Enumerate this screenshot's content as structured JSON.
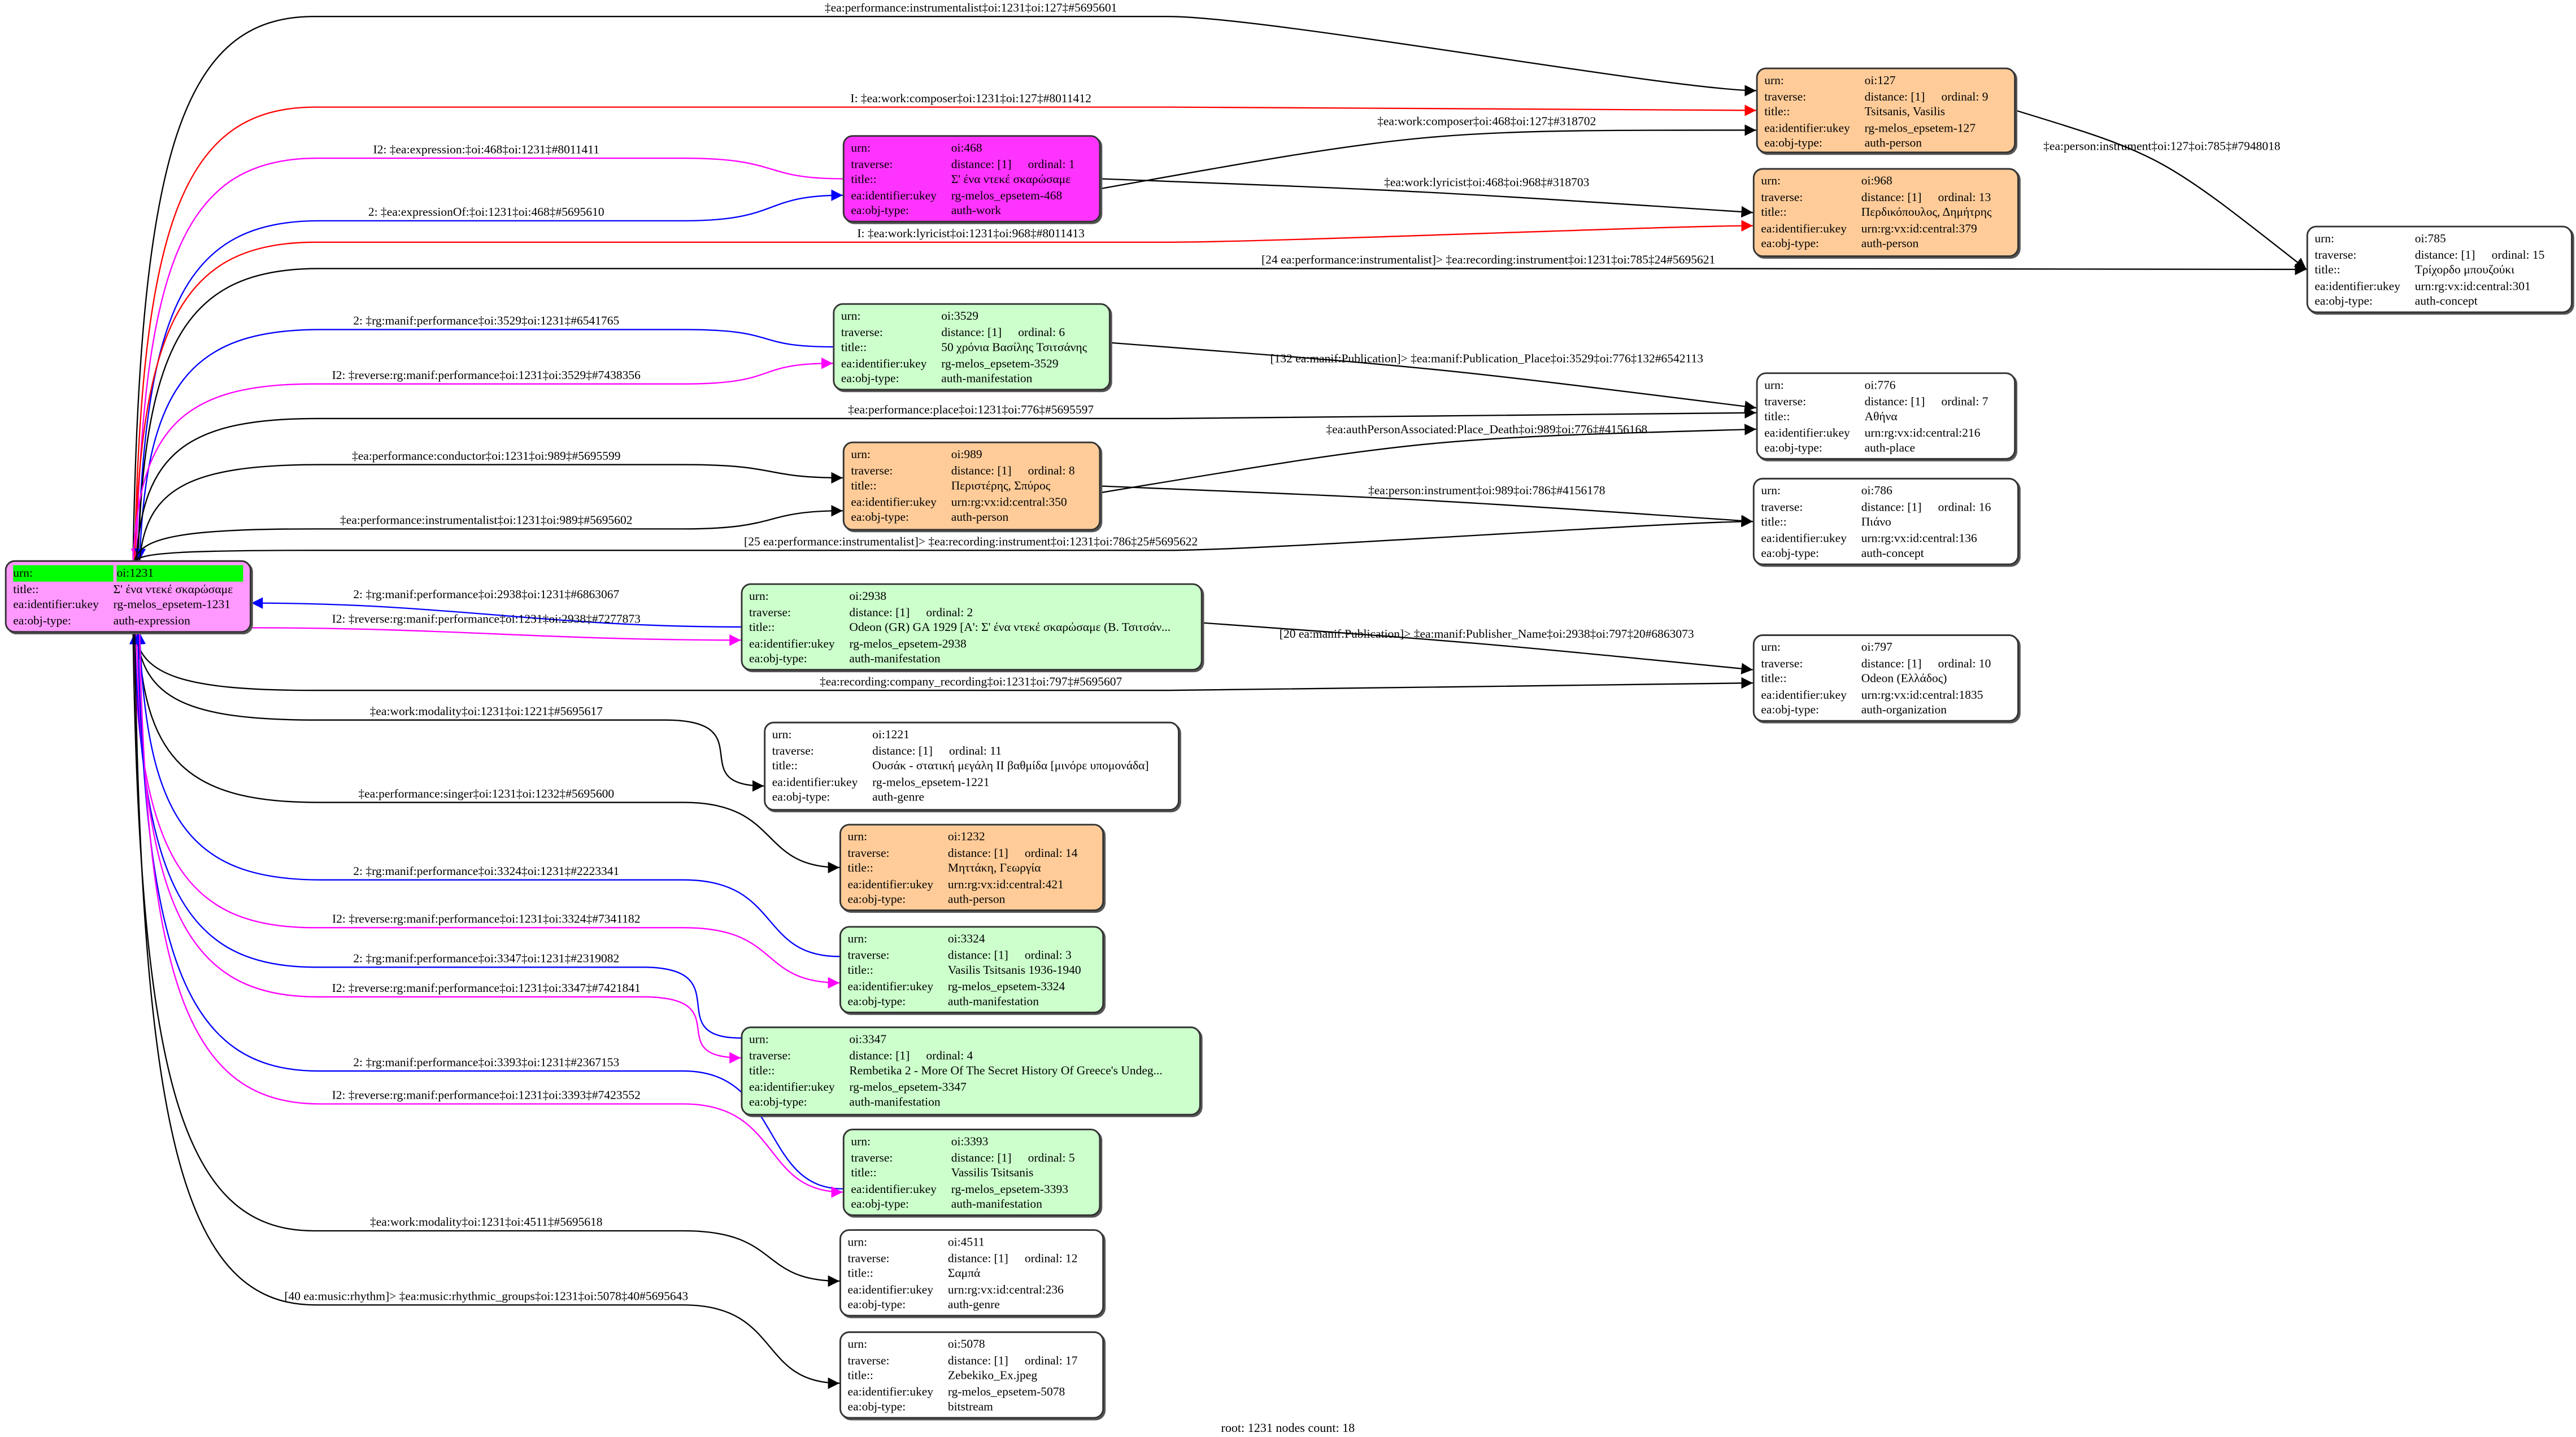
{
  "colors": {
    "person": "#ffcc99",
    "work": "#ff33ff",
    "manifestation": "#ccffcc",
    "default": "#ffffff",
    "root": "#ff99ff",
    "root_highlight": "#00ff00",
    "edge_black": "#000000",
    "edge_red": "#ff0000",
    "edge_blue": "#0000ff",
    "edge_magenta": "#ff00ff"
  },
  "row_labels": {
    "urn": "urn:",
    "traverse": "traverse:",
    "title": "title::",
    "ukey": "ea:identifier:ukey",
    "obj_type": "ea:obj-type:"
  },
  "root": {
    "id": "1231",
    "urn": "oi:1231",
    "title": "Σ' ένα ντεκέ σκαρώσαμε",
    "ukey": "rg-melos_epsetem-1231",
    "obj_type": "auth-expression"
  },
  "nodes": [
    {
      "id": "127",
      "urn": "oi:127",
      "distance": "distance: [1]",
      "ordinal": "ordinal: 9",
      "title": "Tsitsanis, Vasilis",
      "ukey": "rg-melos_epsetem-127",
      "obj_type": "auth-person",
      "fill": "person"
    },
    {
      "id": "468",
      "urn": "oi:468",
      "distance": "distance: [1]",
      "ordinal": "ordinal: 1",
      "title": "Σ' ένα ντεκέ σκαρώσαμε",
      "ukey": "rg-melos_epsetem-468",
      "obj_type": "auth-work",
      "fill": "work"
    },
    {
      "id": "968",
      "urn": "oi:968",
      "distance": "distance: [1]",
      "ordinal": "ordinal: 13",
      "title": "Περδικόπουλος, Δημήτρης",
      "ukey": "urn:rg:vx:id:central:379",
      "obj_type": "auth-person",
      "fill": "person"
    },
    {
      "id": "785",
      "urn": "oi:785",
      "distance": "distance: [1]",
      "ordinal": "ordinal: 15",
      "title": "Τρίχορδο μπουζούκι",
      "ukey": "urn:rg:vx:id:central:301",
      "obj_type": "auth-concept",
      "fill": "default"
    },
    {
      "id": "3529",
      "urn": "oi:3529",
      "distance": "distance: [1]",
      "ordinal": "ordinal: 6",
      "title": "50 χρόνια Βασίλης Τσιτσάνης",
      "ukey": "rg-melos_epsetem-3529",
      "obj_type": "auth-manifestation",
      "fill": "manifestation"
    },
    {
      "id": "776",
      "urn": "oi:776",
      "distance": "distance: [1]",
      "ordinal": "ordinal: 7",
      "title": "Αθήνα",
      "ukey": "urn:rg:vx:id:central:216",
      "obj_type": "auth-place",
      "fill": "default"
    },
    {
      "id": "989",
      "urn": "oi:989",
      "distance": "distance: [1]",
      "ordinal": "ordinal: 8",
      "title": "Περιστέρης, Σπύρος",
      "ukey": "urn:rg:vx:id:central:350",
      "obj_type": "auth-person",
      "fill": "person"
    },
    {
      "id": "786",
      "urn": "oi:786",
      "distance": "distance: [1]",
      "ordinal": "ordinal: 16",
      "title": "Πιάνο",
      "ukey": "urn:rg:vx:id:central:136",
      "obj_type": "auth-concept",
      "fill": "default"
    },
    {
      "id": "2938",
      "urn": "oi:2938",
      "distance": "distance: [1]",
      "ordinal": "ordinal: 2",
      "title": "Odeon (GR) GA 1929 [A': Σ' ένα ντεκέ σκαρώσαμε (Β. Τσιτσάν...",
      "ukey": "rg-melos_epsetem-2938",
      "obj_type": "auth-manifestation",
      "fill": "manifestation"
    },
    {
      "id": "797",
      "urn": "oi:797",
      "distance": "distance: [1]",
      "ordinal": "ordinal: 10",
      "title": "Odeon (Ελλάδος)",
      "ukey": "urn:rg:vx:id:central:1835",
      "obj_type": "auth-organization",
      "fill": "default"
    },
    {
      "id": "1221",
      "urn": "oi:1221",
      "distance": "distance: [1]",
      "ordinal": "ordinal: 11",
      "title": "Ουσάκ - στατική μεγάλη ΙΙ βαθμίδα [μινόρε υπομονάδα]",
      "ukey": "rg-melos_epsetem-1221",
      "obj_type": "auth-genre",
      "fill": "default"
    },
    {
      "id": "1232",
      "urn": "oi:1232",
      "distance": "distance: [1]",
      "ordinal": "ordinal: 14",
      "title": "Μηττάκη, Γεωργία",
      "ukey": "urn:rg:vx:id:central:421",
      "obj_type": "auth-person",
      "fill": "person"
    },
    {
      "id": "3324",
      "urn": "oi:3324",
      "distance": "distance: [1]",
      "ordinal": "ordinal: 3",
      "title": "Vasilis Tsitsanis 1936-1940",
      "ukey": "rg-melos_epsetem-3324",
      "obj_type": "auth-manifestation",
      "fill": "manifestation"
    },
    {
      "id": "3347",
      "urn": "oi:3347",
      "distance": "distance: [1]",
      "ordinal": "ordinal: 4",
      "title": "Rembetika 2 - More Of The Secret History Of Greece's Undeg...",
      "ukey": "rg-melos_epsetem-3347",
      "obj_type": "auth-manifestation",
      "fill": "manifestation"
    },
    {
      "id": "3393",
      "urn": "oi:3393",
      "distance": "distance: [1]",
      "ordinal": "ordinal: 5",
      "title": "Vassilis Tsitsanis",
      "ukey": "rg-melos_epsetem-3393",
      "obj_type": "auth-manifestation",
      "fill": "manifestation"
    },
    {
      "id": "4511",
      "urn": "oi:4511",
      "distance": "distance: [1]",
      "ordinal": "ordinal: 12",
      "title": "Σαμπά",
      "ukey": "urn:rg:vx:id:central:236",
      "obj_type": "auth-genre",
      "fill": "default"
    },
    {
      "id": "5078",
      "urn": "oi:5078",
      "distance": "distance: [1]",
      "ordinal": "ordinal: 17",
      "title": "Zebekiko_Ex.jpeg",
      "ukey": "rg-melos_epsetem-5078",
      "obj_type": "bitstream",
      "fill": "default"
    }
  ],
  "edges": [
    {
      "label": "‡ea:performance:instrumentalist‡oi:1231‡oi:127‡#5695601",
      "color": "edge_black",
      "from": "1231",
      "to": "127"
    },
    {
      "label": "I: ‡ea:work:composer‡oi:1231‡oi:127‡#8011412",
      "color": "edge_red",
      "from": "1231",
      "to": "127"
    },
    {
      "label": "I2: ‡ea:expression:‡oi:468‡oi:1231‡#8011411",
      "color": "edge_magenta",
      "from": "468",
      "to": "1231"
    },
    {
      "label": "2: ‡ea:expressionOf:‡oi:1231‡oi:468‡#5695610",
      "color": "edge_blue",
      "from": "1231",
      "to": "468"
    },
    {
      "label": "‡ea:work:composer‡oi:468‡oi:127‡#318702",
      "color": "edge_black",
      "from": "468",
      "to": "127"
    },
    {
      "label": "‡ea:work:lyricist‡oi:468‡oi:968‡#318703",
      "color": "edge_black",
      "from": "468",
      "to": "968"
    },
    {
      "label": "I: ‡ea:work:lyricist‡oi:1231‡oi:968‡#8011413",
      "color": "edge_red",
      "from": "1231",
      "to": "968"
    },
    {
      "label": "‡ea:person:instrument‡oi:127‡oi:785‡#7948018",
      "color": "edge_black",
      "from": "127",
      "to": "785"
    },
    {
      "label": "[24 ea:performance:instrumentalist]> ‡ea:recording:instrument‡oi:1231‡oi:785‡24#5695621",
      "color": "edge_black",
      "from": "1231",
      "to": "785"
    },
    {
      "label": "2: ‡rg:manif:performance‡oi:3529‡oi:1231‡#6541765",
      "color": "edge_blue",
      "from": "3529",
      "to": "1231"
    },
    {
      "label": "I2: ‡reverse:rg:manif:performance‡oi:1231‡oi:3529‡#7438356",
      "color": "edge_magenta",
      "from": "1231",
      "to": "3529"
    },
    {
      "label": "[132 ea:manif:Publication]> ‡ea:manif:Publication_Place‡oi:3529‡oi:776‡132#6542113",
      "color": "edge_black",
      "from": "3529",
      "to": "776"
    },
    {
      "label": "‡ea:performance:place‡oi:1231‡oi:776‡#5695597",
      "color": "edge_black",
      "from": "1231",
      "to": "776"
    },
    {
      "label": "‡ea:authPersonAssociated:Place_Death‡oi:989‡oi:776‡#4156168",
      "color": "edge_black",
      "from": "989",
      "to": "776"
    },
    {
      "label": "‡ea:performance:conductor‡oi:1231‡oi:989‡#5695599",
      "color": "edge_black",
      "from": "1231",
      "to": "989"
    },
    {
      "label": "‡ea:person:instrument‡oi:989‡oi:786‡#4156178",
      "color": "edge_black",
      "from": "989",
      "to": "786"
    },
    {
      "label": "‡ea:performance:instrumentalist‡oi:1231‡oi:989‡#5695602",
      "color": "edge_black",
      "from": "1231",
      "to": "989"
    },
    {
      "label": "[25 ea:performance:instrumentalist]> ‡ea:recording:instrument‡oi:1231‡oi:786‡25#5695622",
      "color": "edge_black",
      "from": "1231",
      "to": "786"
    },
    {
      "label": "2: ‡rg:manif:performance‡oi:2938‡oi:1231‡#6863067",
      "color": "edge_blue",
      "from": "2938",
      "to": "1231"
    },
    {
      "label": "I2: ‡reverse:rg:manif:performance‡oi:1231‡oi:2938‡#7277873",
      "color": "edge_magenta",
      "from": "1231",
      "to": "2938"
    },
    {
      "label": "[20 ea:manif:Publication]> ‡ea:manif:Publisher_Name‡oi:2938‡oi:797‡20#6863073",
      "color": "edge_black",
      "from": "2938",
      "to": "797"
    },
    {
      "label": "‡ea:recording:company_recording‡oi:1231‡oi:797‡#5695607",
      "color": "edge_black",
      "from": "1231",
      "to": "797"
    },
    {
      "label": "‡ea:work:modality‡oi:1231‡oi:1221‡#5695617",
      "color": "edge_black",
      "from": "1231",
      "to": "1221"
    },
    {
      "label": "‡ea:performance:singer‡oi:1231‡oi:1232‡#5695600",
      "color": "edge_black",
      "from": "1231",
      "to": "1232"
    },
    {
      "label": "2: ‡rg:manif:performance‡oi:3324‡oi:1231‡#2223341",
      "color": "edge_blue",
      "from": "3324",
      "to": "1231"
    },
    {
      "label": "I2: ‡reverse:rg:manif:performance‡oi:1231‡oi:3324‡#7341182",
      "color": "edge_magenta",
      "from": "1231",
      "to": "3324"
    },
    {
      "label": "2: ‡rg:manif:performance‡oi:3347‡oi:1231‡#2319082",
      "color": "edge_blue",
      "from": "3347",
      "to": "1231"
    },
    {
      "label": "I2: ‡reverse:rg:manif:performance‡oi:1231‡oi:3347‡#7421841",
      "color": "edge_magenta",
      "from": "1231",
      "to": "3347"
    },
    {
      "label": "2: ‡rg:manif:performance‡oi:3393‡oi:1231‡#2367153",
      "color": "edge_blue",
      "from": "3393",
      "to": "1231"
    },
    {
      "label": "I2: ‡reverse:rg:manif:performance‡oi:1231‡oi:3393‡#7423552",
      "color": "edge_magenta",
      "from": "1231",
      "to": "3393"
    },
    {
      "label": "‡ea:work:modality‡oi:1231‡oi:4511‡#5695618",
      "color": "edge_black",
      "from": "1231",
      "to": "4511"
    },
    {
      "label": "[40 ea:music:rhythm]> ‡ea:music:rhythmic_groups‡oi:1231‡oi:5078‡40#5695643",
      "color": "edge_black",
      "from": "1231",
      "to": "5078"
    }
  ],
  "footer": "root: 1231 nodes count: 18"
}
